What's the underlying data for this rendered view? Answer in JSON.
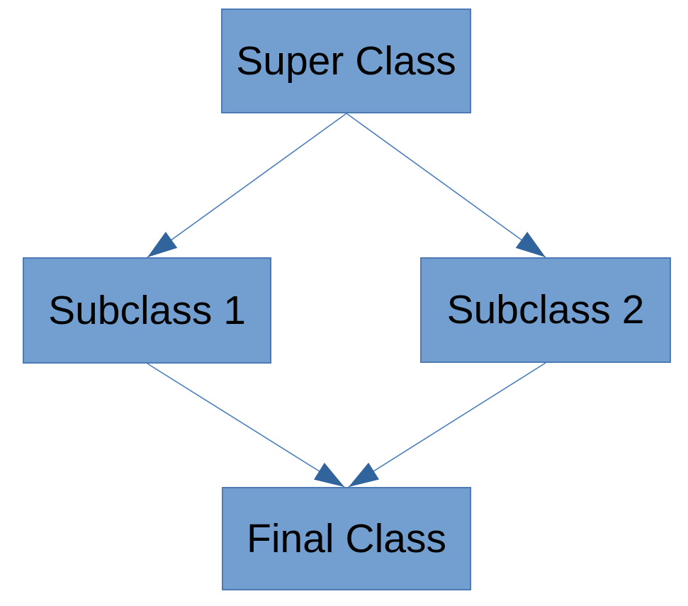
{
  "diagram": {
    "title": "Class inheritance diamond diagram",
    "background_color": "#ffffff",
    "node_fill_color": "#729fcf",
    "node_border_color": "#4c7ab5",
    "connector_color": "#4a7ebb",
    "arrowhead_color": "#31639c",
    "text_color": "#000000",
    "nodes": [
      {
        "id": "super",
        "label": "Super Class"
      },
      {
        "id": "sub1",
        "label": "Subclass 1"
      },
      {
        "id": "sub2",
        "label": "Subclass 2"
      },
      {
        "id": "final",
        "label": "Final Class"
      }
    ],
    "edges": [
      {
        "from": "super",
        "to": "sub1",
        "style": "arrow"
      },
      {
        "from": "super",
        "to": "sub2",
        "style": "arrow"
      },
      {
        "from": "sub1",
        "to": "final",
        "style": "arrow"
      },
      {
        "from": "sub2",
        "to": "final",
        "style": "arrow"
      }
    ]
  }
}
